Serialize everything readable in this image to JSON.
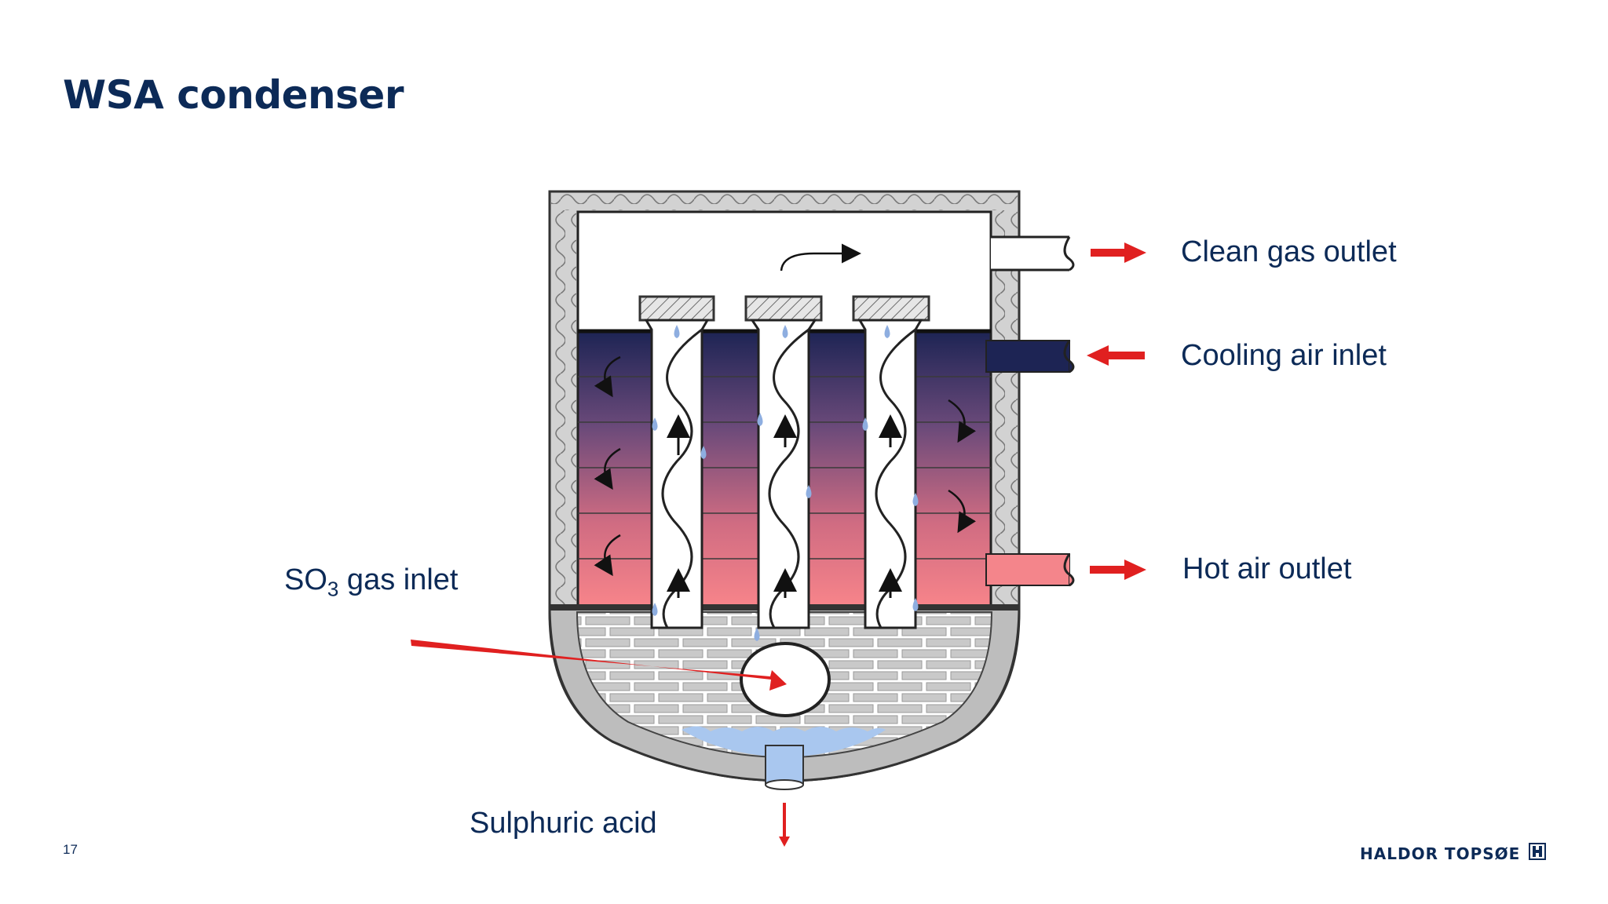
{
  "slide": {
    "title": "WSA condenser",
    "page_number": "17"
  },
  "labels": {
    "clean_gas_outlet": "Clean gas outlet",
    "cooling_air_inlet": "Cooling air inlet",
    "hot_air_outlet": "Hot air outlet",
    "so3_gas_inlet_prefix": "SO",
    "so3_gas_inlet_subscript": "3",
    "so3_gas_inlet_suffix": " gas inlet",
    "sulphuric_acid": "Sulphuric acid"
  },
  "brand": {
    "name": "HALDOR TOPSØE",
    "logo_icon": "haldor-topsoe-logo-icon"
  },
  "colors": {
    "title": "#0c2a57",
    "arrow_red": "#e02020",
    "cooling_air_dark": "#1d2454",
    "hot_air_pink": "#f47f86",
    "acid_blue": "#a9c7ef",
    "casing_gray": "#c8c8c8"
  }
}
